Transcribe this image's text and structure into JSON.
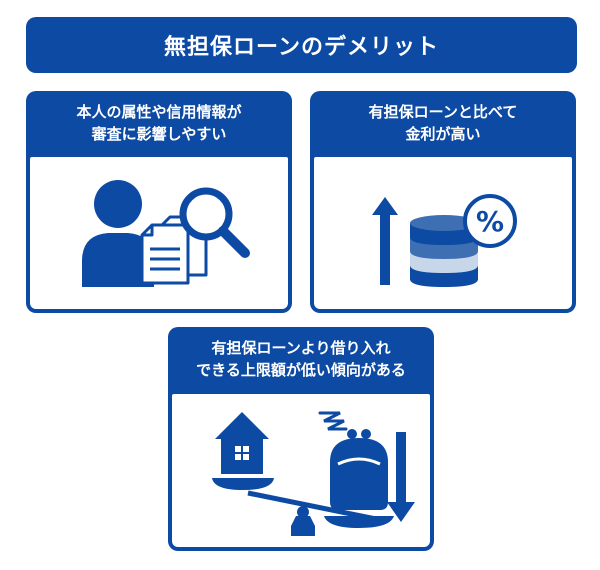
{
  "title": "無担保ローンのデメリット",
  "cards": [
    {
      "lines": [
        "本人の属性や信用情報が",
        "審査に影響しやすい"
      ],
      "icons": [
        "person-icon",
        "documents-icon",
        "magnifier-icon"
      ]
    },
    {
      "lines": [
        "有担保ローンと比べて",
        "金利が高い"
      ],
      "icons": [
        "up-arrow-icon",
        "coin-stack-icon",
        "percent-icon"
      ],
      "percent_symbol": "%"
    },
    {
      "lines": [
        "有担保ローンより借り入れ",
        "できる上限額が低い傾向がある"
      ],
      "icons": [
        "house-icon",
        "balance-scale-icon",
        "purse-icon",
        "down-arrow-icon"
      ]
    }
  ],
  "colors": {
    "primary": "#0d4aa3",
    "light": "#c8d6ea",
    "mid": "#3f6fb3",
    "white": "#ffffff"
  }
}
